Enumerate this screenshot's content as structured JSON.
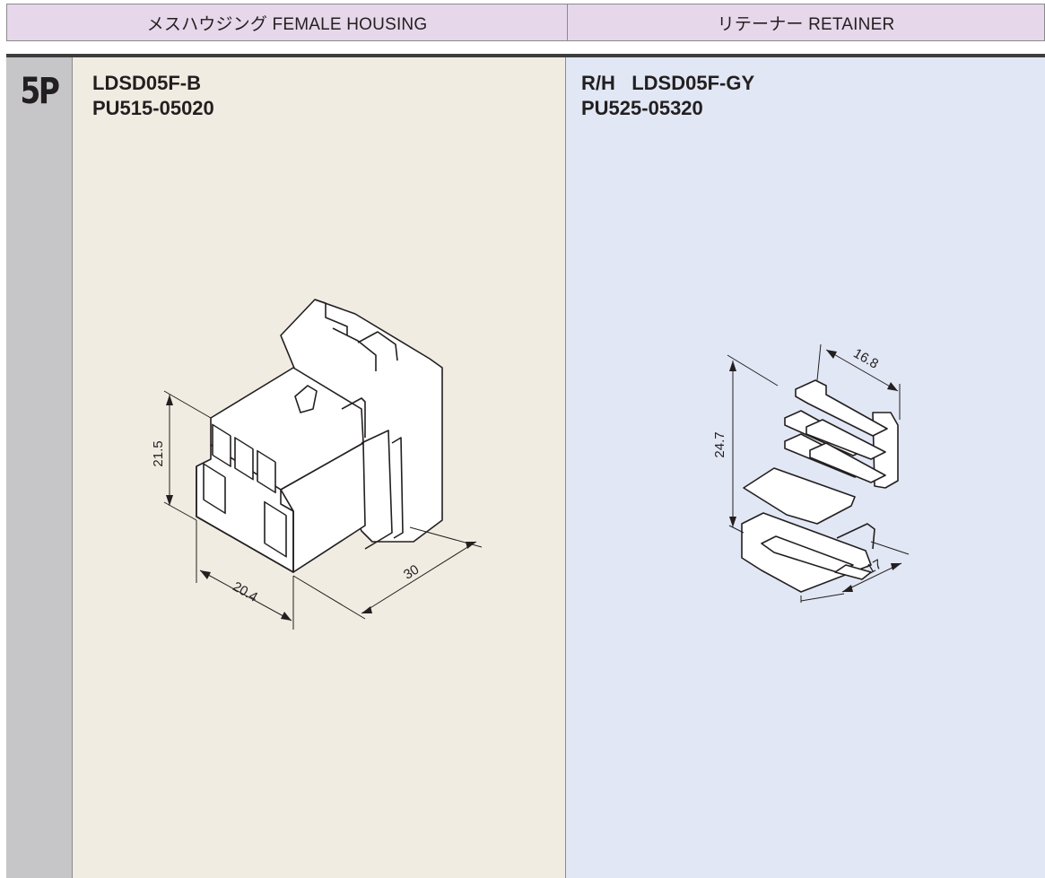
{
  "header": {
    "housing_title": "メスハウジング FEMALE HOUSING",
    "retainer_title": "リテーナー RETAINER"
  },
  "row": {
    "size_label": "5P"
  },
  "housing": {
    "part_name": "LDSD05F-B",
    "part_code": "PU515-05020",
    "dimensions": {
      "height": "21.5",
      "width": "20.4",
      "depth": "30"
    }
  },
  "retainer": {
    "part_name": "R/H   LDSD05F-GY",
    "part_code": "PU525-05320",
    "dimensions": {
      "height": "24.7",
      "width": "16.8",
      "depth": "17"
    }
  },
  "colors": {
    "header_bg": "#e6d7ea",
    "sidebar_bg": "#c6c6c8",
    "housing_bg": "#f1ece2",
    "retainer_bg": "#e1e7f4"
  }
}
